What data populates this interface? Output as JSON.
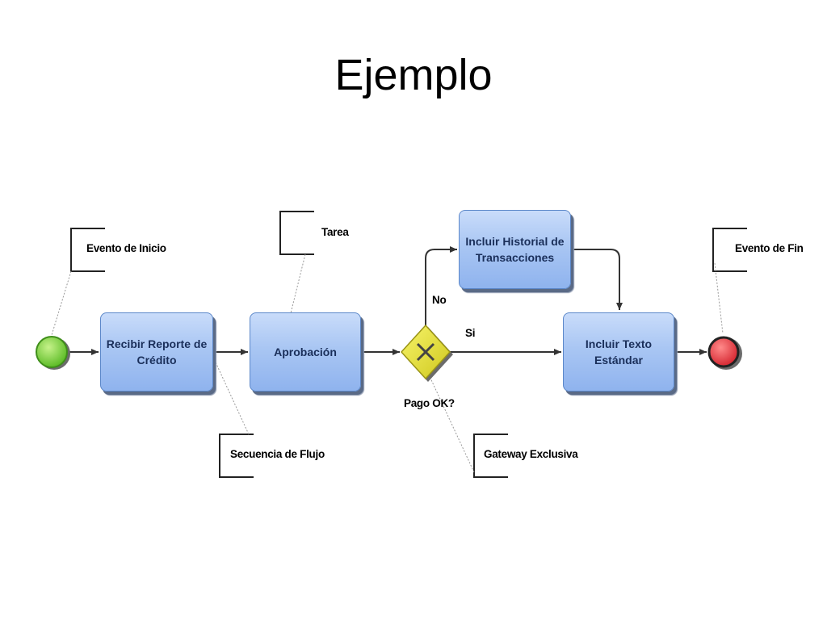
{
  "title": "Ejemplo",
  "tasks": {
    "recibir": "Recibir Reporte de Crédito",
    "aprobacion": "Aprobación",
    "historial": "Incluir Historial de Transacciones",
    "texto": "Incluir Texto Estándar"
  },
  "gateway": {
    "label": "Pago OK?",
    "no_label": "No",
    "si_label": "Si"
  },
  "annotations": {
    "evento_inicio": "Evento de Inicio",
    "tarea": "Tarea",
    "secuencia": "Secuencia de Flujo",
    "gateway_exclusiva": "Gateway Exclusiva",
    "evento_fin": "Evento de Fin"
  },
  "colors": {
    "start_event": "#7fd43a",
    "end_event": "#e0353b",
    "gateway": "#e8e63a",
    "task_fill": "#a9c6f3"
  }
}
